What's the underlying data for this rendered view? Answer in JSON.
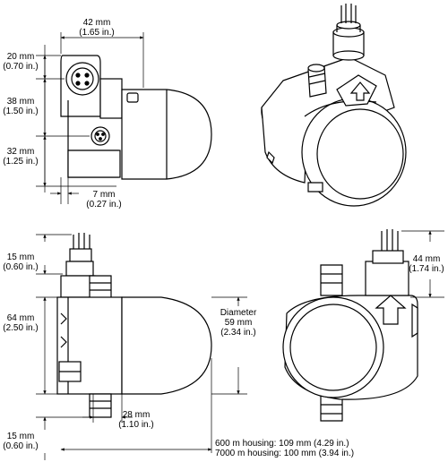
{
  "dimensions": {
    "front_width": {
      "value": "42 mm",
      "imperial": "(1.65 in.)"
    },
    "top_offset": {
      "value": "20 mm",
      "imperial": "(0.70 in.)"
    },
    "mid_offset": {
      "value": "38 mm",
      "imperial": "(1.50 in.)"
    },
    "lower_offset": {
      "value": "32 mm",
      "imperial": "(1.25 in.)"
    },
    "side_depth": {
      "value": "7 mm",
      "imperial": "(0.27 in.)"
    },
    "connector_height": {
      "value": "15 mm",
      "imperial": "(0.60 in.)"
    },
    "body_height": {
      "value": "64 mm",
      "imperial": "(2.50 in.)"
    },
    "bottom_offset": {
      "value": "15 mm",
      "imperial": "(0.60 in.)"
    },
    "body_depth": {
      "value": "28 mm",
      "imperial": "(1.10 in.)"
    },
    "diameter": {
      "label": "Diameter",
      "value": "59 mm",
      "imperial": "(2.34 in.)"
    },
    "connector_right": {
      "value": "44 mm",
      "imperial": "(1.74 in.)"
    },
    "housing_600": "600 m housing: 109 mm (4.29 in.)",
    "housing_7000": "7000 m housing: 100 mm (3.94 in.)"
  }
}
